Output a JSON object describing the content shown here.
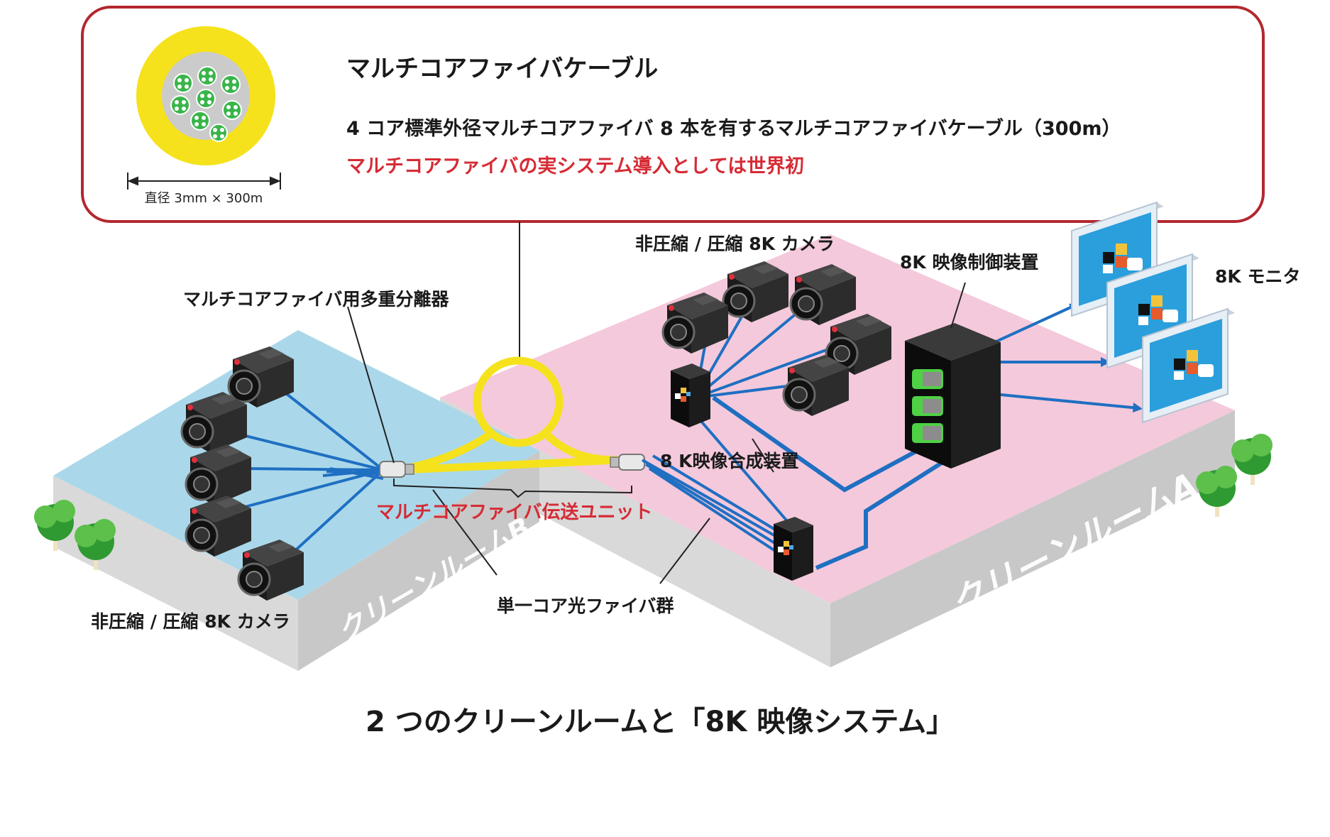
{
  "header": {
    "title": "マルチコアファイバケーブル",
    "description": "4 コア標準外径マルチコアファイバ 8 本を有するマルチコアファイバケーブル（300m）",
    "highlight": "マルチコアファイバの実システム導入としては世界初",
    "diameter_label": "直径 3mm × 300m"
  },
  "labels": {
    "camera_group_a": "非圧縮 / 圧縮 8K カメラ",
    "camera_group_b": "非圧縮 / 圧縮 8K カメラ",
    "video_control": "8K 映像制御装置",
    "monitor": "8K モニタ",
    "demux": "マルチコアファイバ用多重分離器",
    "synth": "8 K映像合成装置",
    "transmission_unit": "マルチコアファイバ伝送ユニット",
    "single_core": "単一コア光ファイバ群",
    "room_a": "クリーンルームA",
    "room_b": "クリーンルームB"
  },
  "caption": "2 つのクリーンルームと「8K 映像システム」",
  "colors": {
    "frame_border": "#b3272e",
    "highlight_text": "#d62b35",
    "cable_yellow": "#f5e21c",
    "fiber_blue": "#1f6fc2",
    "room_a_floor": "#f4c9db",
    "room_b_floor": "#aad8ea",
    "room_side": "#d7d7d7",
    "tree_green": "#39a93a"
  }
}
